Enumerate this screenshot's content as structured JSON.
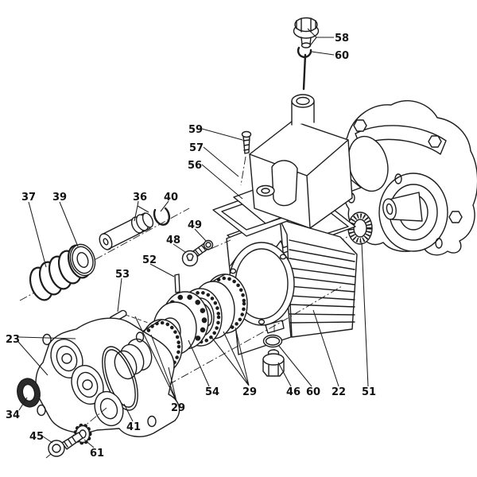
{
  "figure": {
    "type": "exploded-parts-diagram",
    "background_color": "#ffffff",
    "line_color": "#1c1c1c"
  },
  "callouts": [
    {
      "label": "58",
      "part": "oil-cap"
    },
    {
      "label": "60",
      "part": "dipstick-clip"
    },
    {
      "label": "59",
      "part": "cover-screw"
    },
    {
      "label": "57",
      "part": "oil-tank-cover"
    },
    {
      "label": "56",
      "part": "cover-gasket"
    },
    {
      "label": "37",
      "part": "spring"
    },
    {
      "label": "39",
      "part": "washer-seal"
    },
    {
      "label": "36",
      "part": "piston-shaft"
    },
    {
      "label": "40",
      "part": "circlip"
    },
    {
      "label": "49",
      "part": "o-ring-small"
    },
    {
      "label": "48",
      "part": "socket-screw"
    },
    {
      "label": "52",
      "part": "dowel-pin"
    },
    {
      "label": "53",
      "part": "key"
    },
    {
      "label": "23",
      "part": "cylinder-head"
    },
    {
      "label": "34",
      "part": "oil-seal"
    },
    {
      "label": "45",
      "part": "head-screw"
    },
    {
      "label": "61",
      "part": "lock-washer"
    },
    {
      "label": "41",
      "part": "o-ring-large"
    },
    {
      "label": "29",
      "part": "bearing-assembly"
    },
    {
      "label": "54",
      "part": "wobble-plate"
    },
    {
      "label": "29",
      "part": "bearing-assembly"
    },
    {
      "label": "46",
      "part": "drain-plug"
    },
    {
      "label": "60",
      "part": "drain-o-ring"
    },
    {
      "label": "22",
      "part": "crankcase"
    },
    {
      "label": "51",
      "part": "shaft-seal"
    }
  ]
}
